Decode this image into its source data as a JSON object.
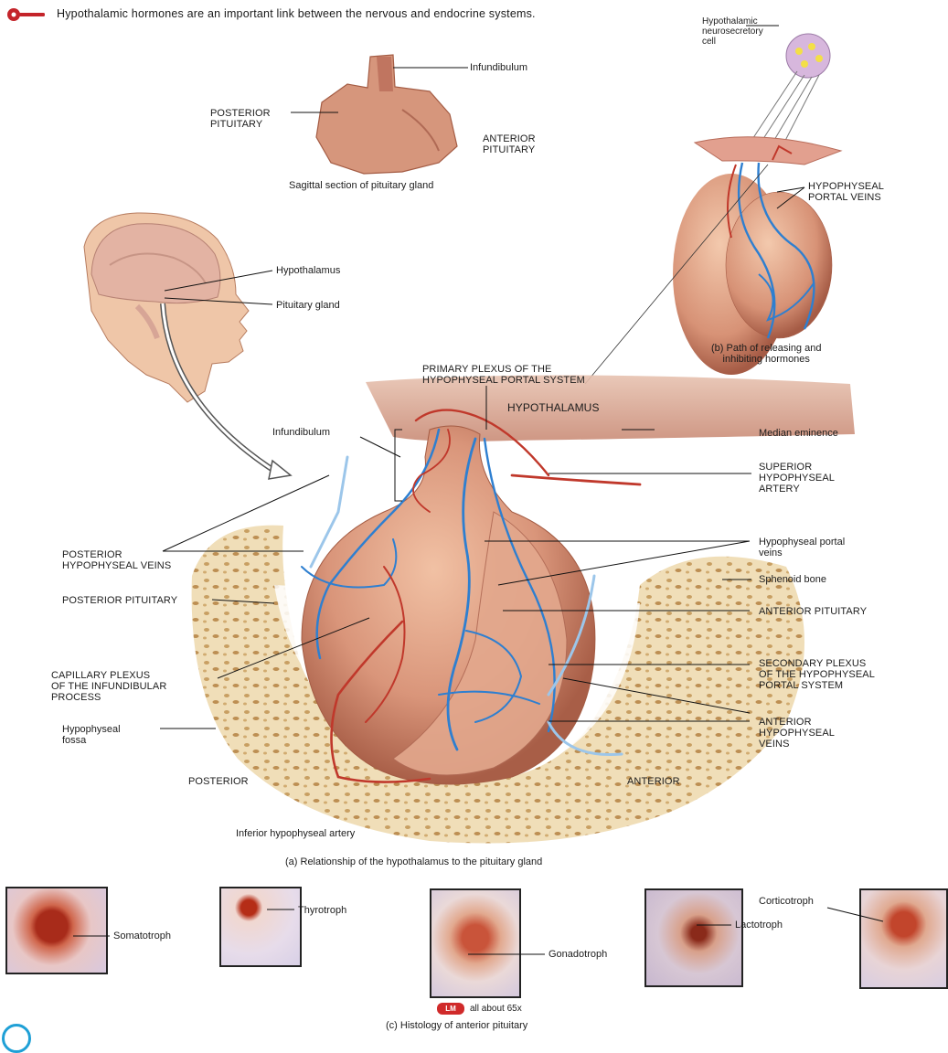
{
  "header": {
    "text": "Hypothalamic hormones are an important link between the nervous and endocrine systems.",
    "key_icon": "key-icon",
    "key_color": "#c4242a"
  },
  "sagittal": {
    "infundibulum": "Infundibulum",
    "posterior_pituitary": "POSTERIOR\nPITUITARY",
    "anterior_pituitary": "ANTERIOR\nPITUITARY",
    "caption": "Sagittal section of pituitary gland"
  },
  "head": {
    "hypothalamus": "Hypothalamus",
    "pituitary_gland": "Pituitary gland"
  },
  "panel_b": {
    "neurosecretory_cell": "Hypothalamic\nneurosecretory\ncell",
    "portal_veins": "HYPOPHYSEAL\nPORTAL VEINS",
    "caption": "(b) Path of releasing and\ninhibiting hormones"
  },
  "panel_a": {
    "primary_plexus": "PRIMARY PLEXUS OF THE\nHYPOPHYSEAL PORTAL SYSTEM",
    "hypothalamus": "HYPOTHALAMUS",
    "infundibulum": "Infundibulum",
    "median_eminence": "Median eminence",
    "superior_artery": "SUPERIOR\nHYPOPHYSEAL\nARTERY",
    "posterior_veins": "POSTERIOR\nHYPOPHYSEAL VEINS",
    "portal_veins": "Hypophyseal portal\nveins",
    "sphenoid_bone": "Sphenoid bone",
    "posterior_pituitary": "POSTERIOR PITUITARY",
    "anterior_pituitary": "ANTERIOR PITUITARY",
    "capillary_plexus": "CAPILLARY PLEXUS\nOF THE INFUNDIBULAR\nPROCESS",
    "secondary_plexus": "SECONDARY PLEXUS\nOF THE HYPOPHYSEAL\nPORTAL SYSTEM",
    "fossa": "Hypophyseal\nfossa",
    "anterior_veins": "ANTERIOR\nHYPOPHYSEAL\nVEINS",
    "posterior": "POSTERIOR",
    "anterior": "ANTERIOR",
    "inferior_artery": "Inferior hypophyseal artery",
    "caption": "(a) Relationship of the hypothalamus to the pituitary gland"
  },
  "panel_c": {
    "somatotroph": "Somatotroph",
    "thyrotroph": "Thyrotroph",
    "gonadotroph": "Gonadotroph",
    "corticotroph": "Corticotroph",
    "lactotroph": "Lactotroph",
    "lm_badge": "LM",
    "magnification": "all about 65x",
    "caption": "(c) Histology of anterior pituitary"
  },
  "colors": {
    "artery": "#c0382b",
    "vein": "#2e7fd0",
    "tissue": "#d9957a",
    "bone": "#ecd9b0"
  }
}
